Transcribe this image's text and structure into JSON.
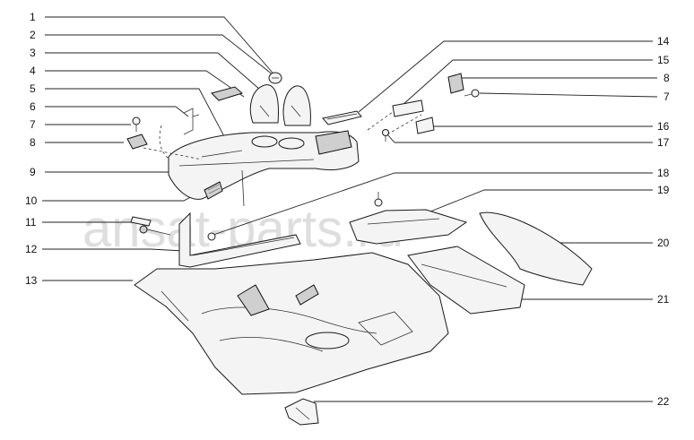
{
  "watermark": "ansat-parts.ru",
  "callouts_left": [
    "1",
    "2",
    "3",
    "4",
    "5",
    "6",
    "7",
    "8",
    "9",
    "10",
    "11",
    "12",
    "13"
  ],
  "callouts_right": [
    "14",
    "15",
    "8",
    "7",
    "16",
    "17",
    "18",
    "19",
    "20",
    "21",
    "22"
  ]
}
